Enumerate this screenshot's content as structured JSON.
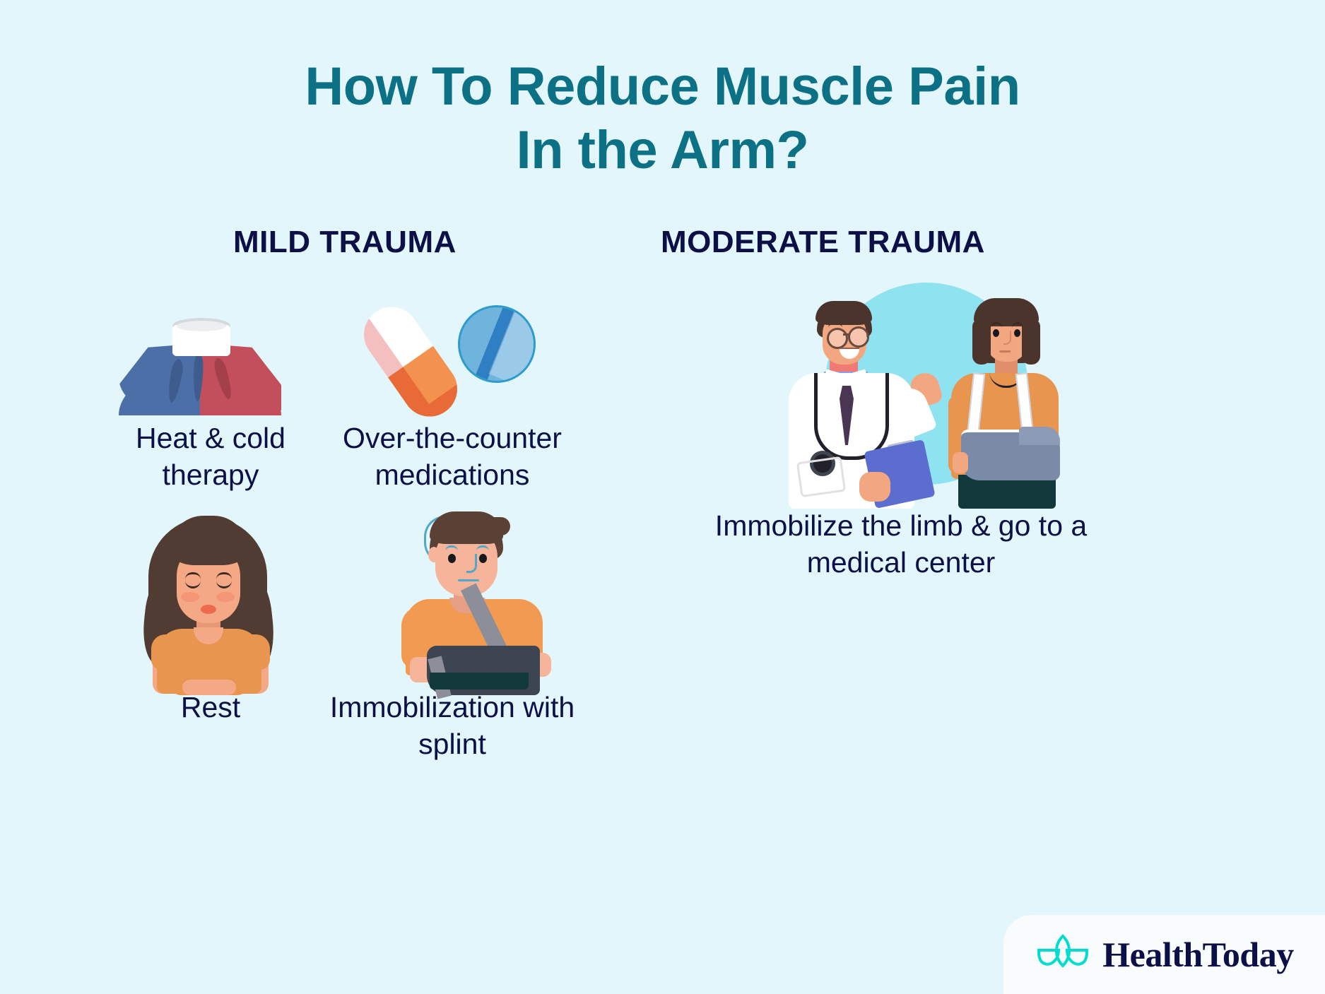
{
  "page": {
    "background_color": "#e3f6fb",
    "title_color": "#0d7186",
    "text_color": "#0d1046",
    "accent_color": "#00ddd0"
  },
  "title": {
    "line1": "How To Reduce Muscle Pain",
    "line2": "In the Arm?"
  },
  "columns": [
    {
      "heading": "MILD TRAUMA",
      "items": [
        {
          "label": "Heat & cold\ntherapy",
          "icon": "ice-heat-pack-icon"
        },
        {
          "label": "Over-the-counter\nmedications",
          "icon": "pill-capsule-tablet-icon"
        },
        {
          "label": "Rest",
          "icon": "resting-woman-icon"
        },
        {
          "label": "Immobilization\nwith splint",
          "icon": "boy-with-arm-splint-icon"
        }
      ]
    },
    {
      "heading": "MODERATE TRAUMA",
      "items": [
        {
          "label": "Immobilize\nthe limb & go to\na medical center",
          "icon": "doctor-and-patient-with-sling-icon"
        }
      ]
    }
  ],
  "captions": {
    "heat_cold": "Heat & cold therapy",
    "otc": "Over-the-counter medications",
    "rest": "Rest",
    "splint": "Immobilization with splint",
    "moderate": "Immobilize the limb & go to a medical center"
  },
  "logo": {
    "name": "HealthToday",
    "mark": "lotus-leaf-icon",
    "mark_color": "#00ddd0",
    "text_color": "#0d1046"
  }
}
